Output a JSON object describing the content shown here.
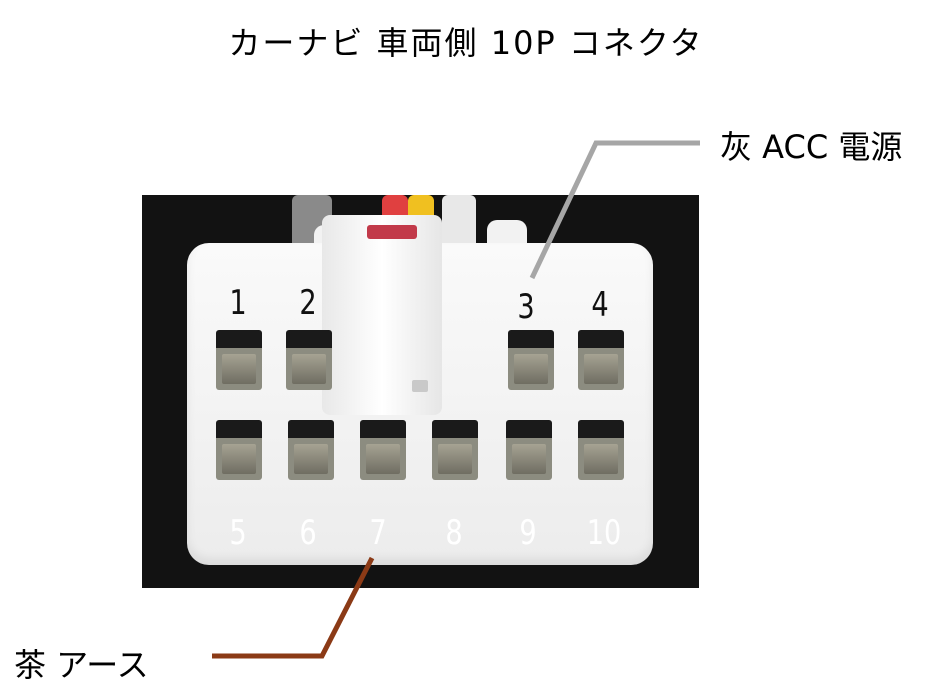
{
  "title": "カーナビ 車両側 10P コネクタ",
  "callouts": {
    "acc": {
      "label": "灰 ACC 電源",
      "pin": "3",
      "color": "#a6a6a6"
    },
    "ground": {
      "label": "茶 アース",
      "pin": "7",
      "color": "#8b3a16"
    }
  },
  "pins": {
    "top_row": [
      "1",
      "2",
      "3",
      "4"
    ],
    "bottom_row": [
      "5",
      "6",
      "7",
      "8",
      "9",
      "10"
    ]
  }
}
